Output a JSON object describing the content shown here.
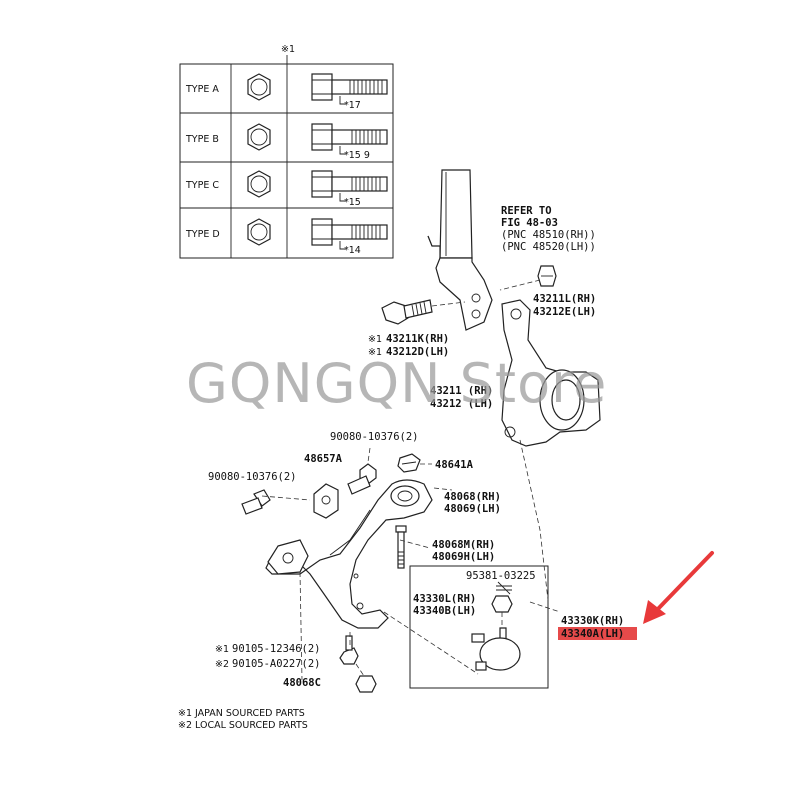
{
  "type_table": {
    "header": "※1",
    "rows": [
      {
        "type": "TYPE A",
        "mark": "*17"
      },
      {
        "type": "TYPE B",
        "mark": "*15 9"
      },
      {
        "type": "TYPE C",
        "mark": "*15"
      },
      {
        "type": "TYPE D",
        "mark": "*14"
      }
    ]
  },
  "refer": {
    "line1": "REFER TO",
    "line2": "FIG 48-03",
    "line3": "(PNC 48510(RH))",
    "line4": "(PNC 48520(LH))"
  },
  "parts": {
    "p43211L": "43211L(RH)",
    "p43212E": "43212E(LH)",
    "p43211K_mark": "※1",
    "p43211K": "43211K(RH)",
    "p43212D_mark": "※1",
    "p43212D": "43212D(LH)",
    "p43211": "43211 (RH)",
    "p43212": "43212 (LH)",
    "p90080_top": "90080-10376(2)",
    "p48657A": "48657A",
    "p48641A": "48641A",
    "p90080_left": "90080-10376(2)",
    "p48068RH": "48068(RH)",
    "p48069LH": "48069(LH)",
    "p48068M": "48068M(RH)",
    "p48069H": "48069H(LH)",
    "p95381": "95381-03225",
    "p43330L": "43330L(RH)",
    "p43340B": "43340B(LH)",
    "p43330K": "43330K(RH)",
    "p43340A": "43340A(LH)",
    "p90105_1_mark": "※1",
    "p90105_1": "90105-12346(2)",
    "p90105_2_mark": "※2",
    "p90105_2": "90105-A0227(2)",
    "p48068C": "48068C"
  },
  "footnotes": {
    "note1": "※1 JAPAN SOURCED PARTS",
    "note2": "※2 LOCAL SOURCED PARTS"
  },
  "watermark": "GQNGQN Store",
  "colors": {
    "highlight": "#e64a4a",
    "arrow": "#e8393a",
    "watermark": "#9a9a9a"
  }
}
